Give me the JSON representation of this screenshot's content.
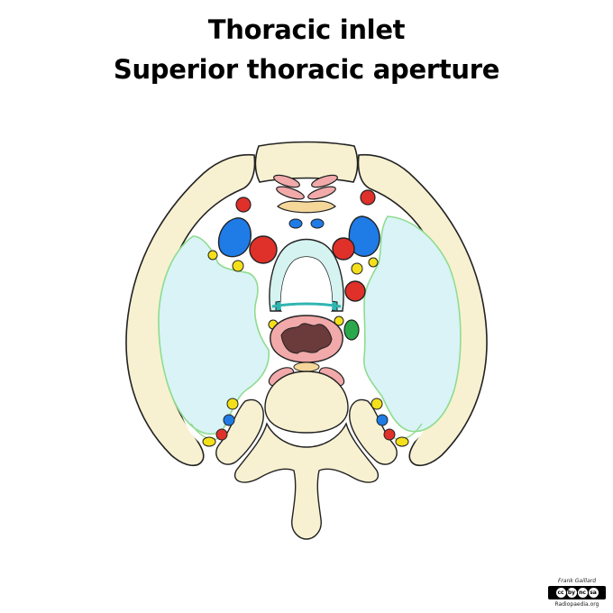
{
  "title_line1": "Thoracic inlet",
  "title_line2": "Superior thoracic aperture",
  "credit": {
    "author": "Frank Gaillard",
    "license_icons": [
      "cc",
      "by",
      "nc",
      "sa"
    ],
    "site": "Radiopaedia.org"
  },
  "colors": {
    "bone": "#f7f1d1",
    "lung": "#d9f3f7",
    "pleura": "#8fdc8f",
    "artery": "#e0302a",
    "vein": "#1f7be6",
    "nerve": "#f4e01a",
    "muscle": "#f2a9a9",
    "thyroid_cartilage": "#f5d79a",
    "trachea": "#d5f3f1",
    "esophagus_lumen": "#6b3a3a",
    "thoracic_duct": "#2aa84a"
  }
}
